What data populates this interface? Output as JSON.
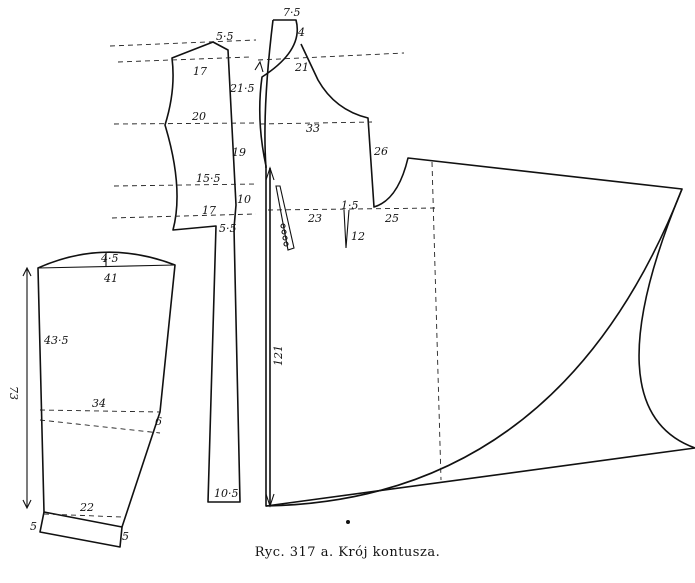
{
  "caption": "Ryc. 317 a. Krój kontusza.",
  "measurements": {
    "sleeve_top_inner": "4·5",
    "sleeve_top_width": "41",
    "sleeve_upper_length": "43·5",
    "sleeve_total_length": "73",
    "sleeve_elbow_width": "34",
    "sleeve_elbow_side": "6",
    "sleeve_cuff_width": "22",
    "sleeve_cuff_left": "5",
    "sleeve_cuff_right": "5",
    "side_top": "5·5",
    "side_armhole_top": "17",
    "side_length_upper": "21·5",
    "side_width_chest": "20",
    "side_length_mid": "19",
    "side_width_waist": "15·5",
    "side_length_waist": "10",
    "side_width_hip": "17",
    "side_hip_offset": "5·5",
    "side_hem": "10·5",
    "front_neck_top": "7·5",
    "front_neck_small": "4",
    "front_shoulder": "21",
    "front_chest": "33",
    "front_side": "26",
    "front_waist_left": "23",
    "front_dart_top": "1·5",
    "front_dart_length": "12",
    "front_waist_right": "25",
    "front_length": "121"
  }
}
